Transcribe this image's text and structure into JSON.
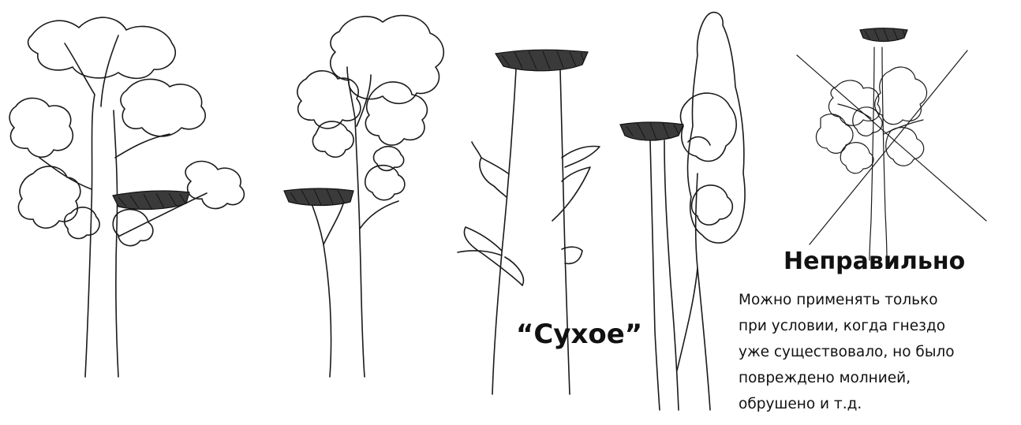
{
  "labels": {
    "dry": "“Сухое”",
    "wrong": "Неправильно"
  },
  "note_lines": [
    "Можно применять только",
    "при условии, когда гнездо",
    "уже существовало, но было",
    "повреждено молнией,",
    "обрушено и т.д."
  ],
  "colors": {
    "ink": "#1a1a1a",
    "nest": "#3a3a3a",
    "background": "#ffffff"
  }
}
